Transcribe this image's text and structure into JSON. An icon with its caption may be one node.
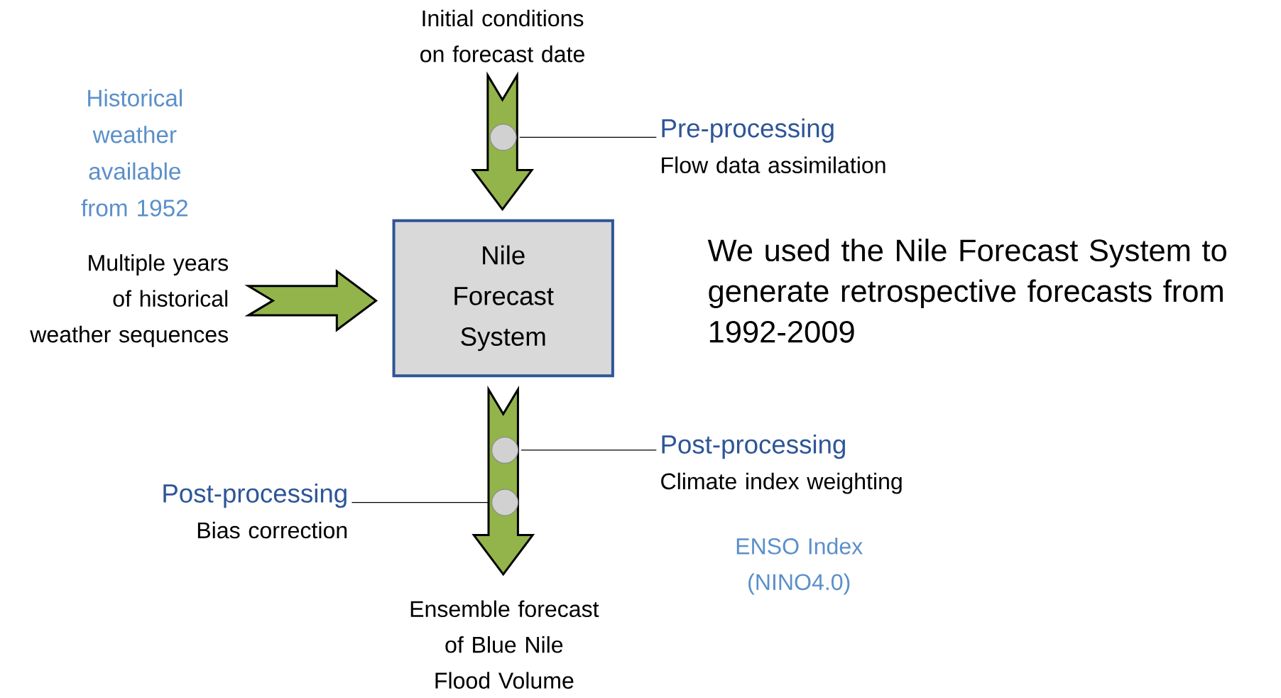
{
  "diagram": {
    "nodes": [
      {
        "text": [
          "Initial conditions on forecast date"
        ]
      },
      {
        "text": [
          "Multiple years of historical weather sequences"
        ]
      },
      {
        "text": [
          "Nile Forecast System"
        ]
      },
      {
        "text": [
          "Ensemble forecast of Blue Nile Flood Volume"
        ]
      },
      {
        "text": [
          "Pre-processing",
          "Flow data assimilation"
        ]
      },
      {
        "text": [],
        "shape": "circle"
      },
      {
        "text": [
          "Post-processing",
          "Climate index weighting"
        ]
      },
      {
        "text": [],
        "shape": "circle"
      },
      {
        "text": [
          "Post-processing",
          "Bias correction"
        ]
      },
      {
        "text": [],
        "shape": "circle"
      }
    ],
    "edges": [
      {
        "from": 0,
        "to": 2,
        "arrow": "to"
      },
      {
        "from": 1,
        "to": 2,
        "arrow": "to"
      },
      {
        "from": 2,
        "to": 3,
        "arrow": "to"
      },
      {
        "from": 4,
        "to": 5,
        "arrow": "none"
      },
      {
        "from": 6,
        "to": 7,
        "arrow": "none"
      },
      {
        "from": 8,
        "to": 9,
        "arrow": "none"
      }
    ],
    "labels": [
      "Historical weather available from 1952",
      "We used the Nile Forecast System to generate retrospective forecasts from 1992-2009",
      "ENSO Index (NINO4.0)"
    ]
  }
}
